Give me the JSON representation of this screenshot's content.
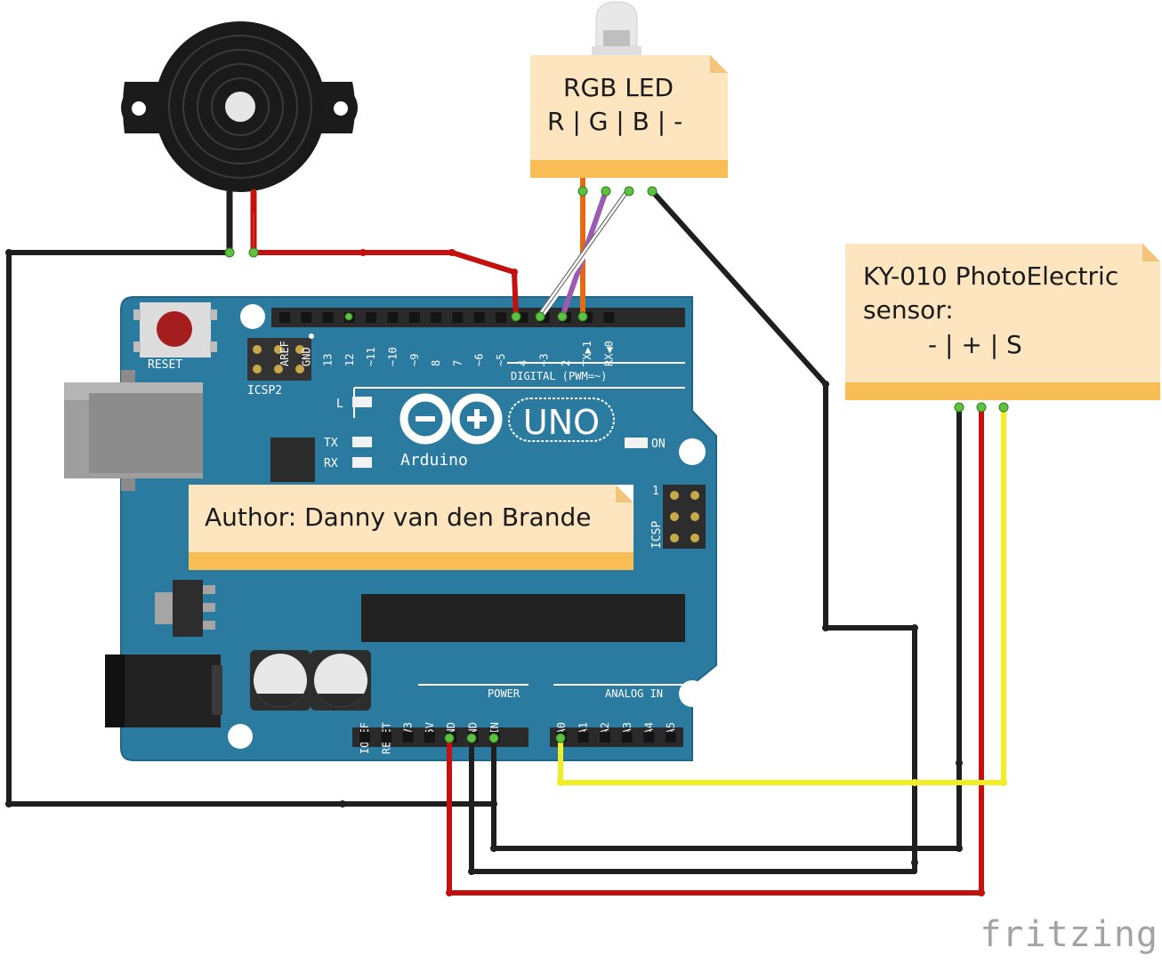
{
  "board": {
    "logo_text": "Arduino",
    "model": "UNO",
    "reset_label": "RESET",
    "icsp2_label": "ICSP2",
    "icsp_label": "ICSP",
    "digital_label": "DIGITAL (PWM=~)",
    "power_label": "POWER",
    "analog_label": "ANALOG IN",
    "led_l": "L",
    "led_tx": "TX",
    "led_rx": "RX",
    "led_on": "ON",
    "icsp_pin1": "1",
    "digital_pins": [
      "AREF",
      "GND",
      "13",
      "12",
      "~11",
      "~10",
      "~9",
      "8",
      "7",
      "~6",
      "~5",
      "4",
      "~3",
      "2",
      "TX▶1",
      "RX◀0"
    ],
    "power_pins": [
      "IOREF",
      "RESET",
      "3V3",
      "5V",
      "GND",
      "GND",
      "VIN"
    ],
    "analog_pins": [
      "A0",
      "A1",
      "A2",
      "A3",
      "A4",
      "A5"
    ]
  },
  "notes": {
    "rgb_led": {
      "line1": "RGB LED",
      "line2": "R | G | B | -"
    },
    "sensor": {
      "line1": "KY-010 PhotoElectric",
      "line2": "sensor:",
      "line3": "- | + | S"
    },
    "author": {
      "line1": "Author: Danny van den Brande"
    }
  },
  "watermark": "fritzing",
  "colors": {
    "pcb": "#2b7a9f",
    "wire_black": "#1f1f1f",
    "wire_red": "#c4110f",
    "wire_yellow": "#f2ee26",
    "wire_orange": "#e56b12",
    "wire_purple": "#9a5bb1",
    "note_fill": "#fde5c0",
    "note_bar": "#f8bd55"
  }
}
